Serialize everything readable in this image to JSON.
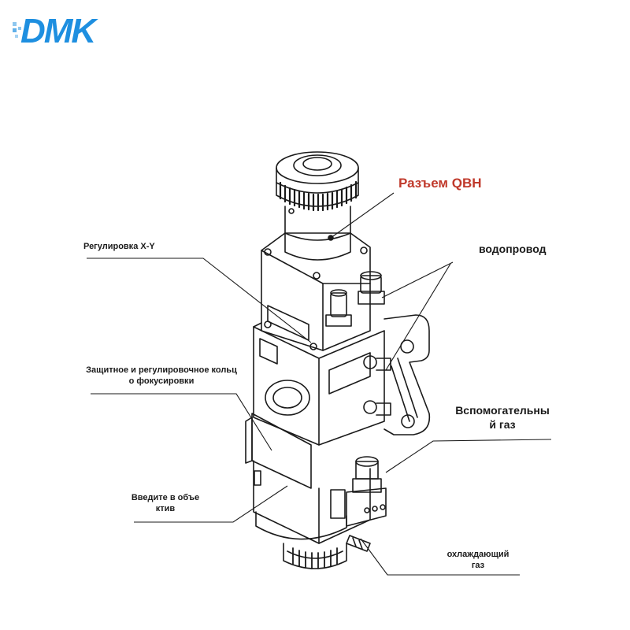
{
  "logo": {
    "text": "DMK",
    "color": "#1e8fe0"
  },
  "colors": {
    "accent": "#c0392b",
    "ink": "#1a1a1a",
    "logo": "#1e8fe0"
  },
  "labels": {
    "qbh": "Разъем QBH",
    "water": "водопровод",
    "xy": "Регулировка X-Y",
    "focus_line1": "Защитное и регулировочное кольц",
    "focus_line2": "о фокусировки",
    "aux_line1": "Вспомогательны",
    "aux_line2": "й газ",
    "lens_line1": "Введите в объе",
    "lens_line2": "ктив",
    "cool_line1": "охлаждающий",
    "cool_line2": "газ"
  }
}
